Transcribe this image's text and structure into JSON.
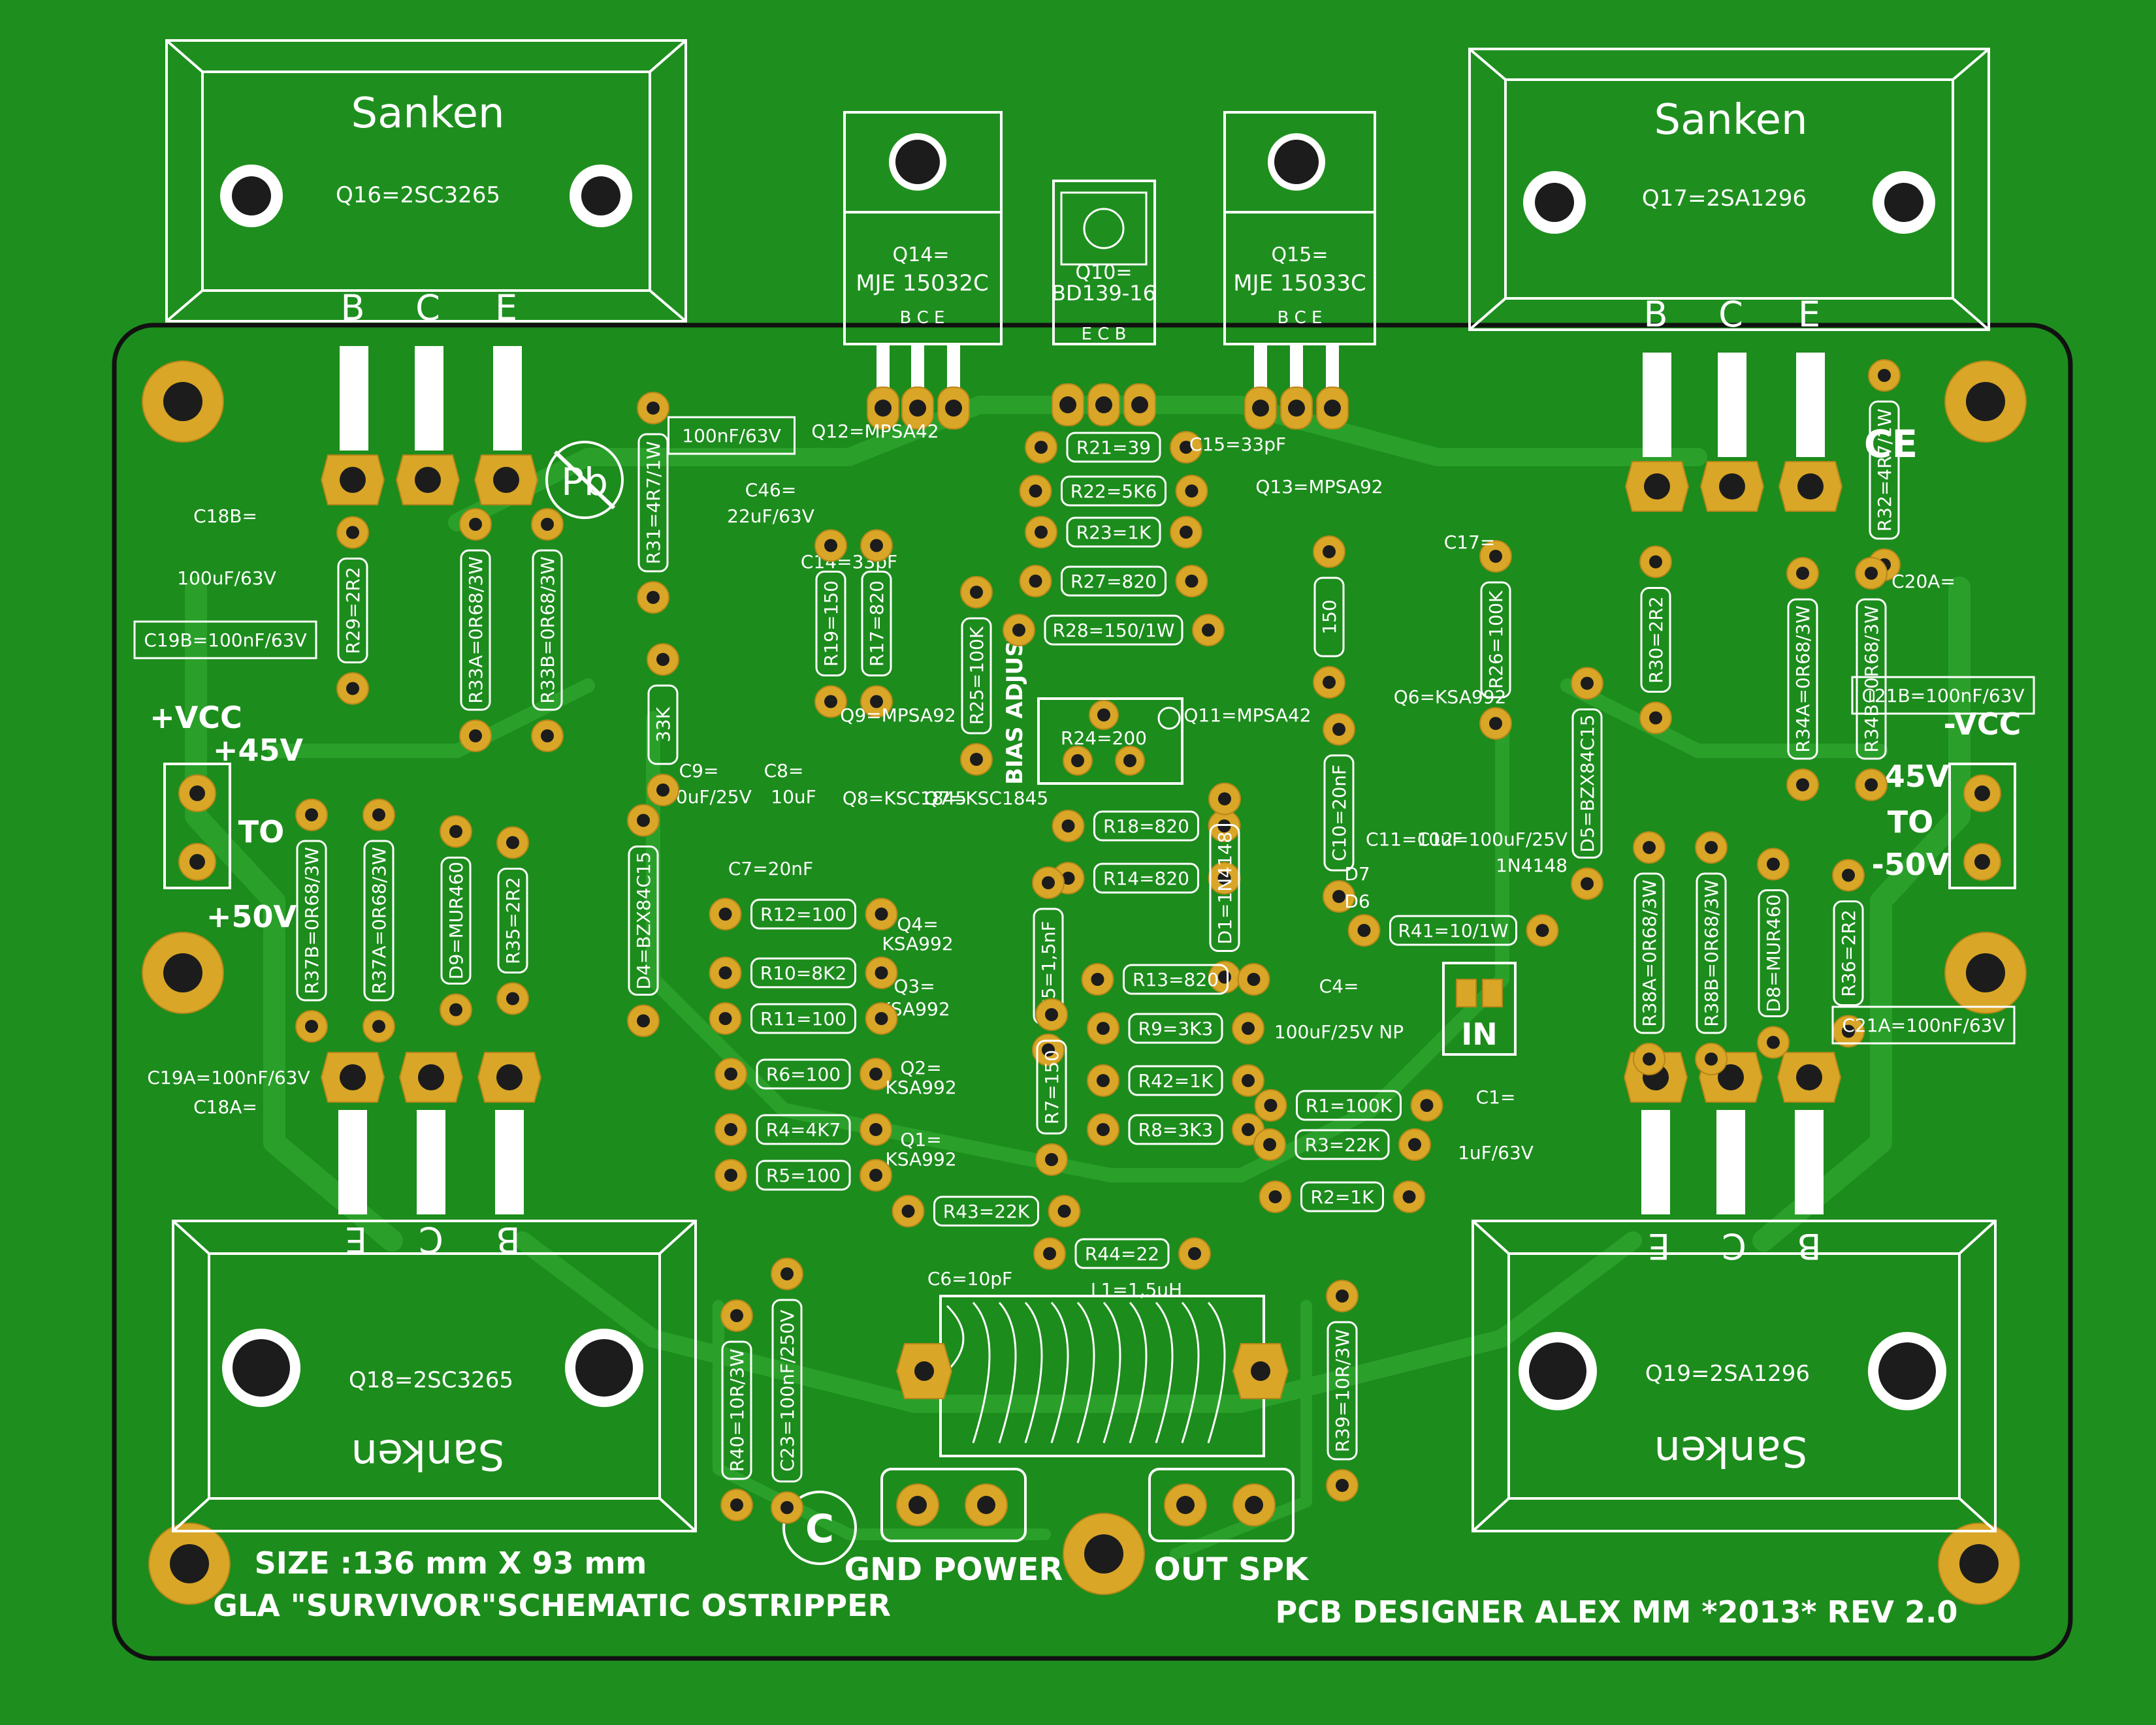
{
  "board": {
    "colors": {
      "background": "#1e8f1e",
      "copper": "#d9a627",
      "silk": "#ffffff",
      "outline": "#111111",
      "trace": "#2aa02a"
    },
    "logo_pb": "Pb",
    "logo_ce": "CE",
    "copyright": "C"
  },
  "transistors_big": [
    {
      "brand": "Sanken",
      "ref": "Q16=2SC3265",
      "pins": [
        "B",
        "C",
        "E"
      ]
    },
    {
      "brand": "Sanken",
      "ref": "Q17=2SA1296",
      "pins": [
        "B",
        "C",
        "E"
      ]
    },
    {
      "brand": "Sanken",
      "ref": "Q18=2SC3265",
      "pins": [
        "E",
        "C",
        "B"
      ]
    },
    {
      "brand": "Sanken",
      "ref": "Q19=2SA1296",
      "pins": [
        "E",
        "C",
        "B"
      ]
    }
  ],
  "transistors_to220": [
    {
      "ref1": "Q14=",
      "ref2": "MJE 15032C",
      "pins": "B  C  E"
    },
    {
      "ref1": "Q10=",
      "ref2": "BD139-16",
      "pins": "E  C  B"
    },
    {
      "ref1": "Q15=",
      "ref2": "MJE 15033C",
      "pins": "B  C  E"
    }
  ],
  "labels": {
    "vcc_pos": "+VCC",
    "v45_pos": "+45V",
    "to_left": "TO",
    "v50_pos": "+50V",
    "vcc_neg": "-VCC",
    "v45_neg": "-45V",
    "to_right": "TO",
    "v50_neg": "-50V",
    "bias": "BIAS ADJUST",
    "in": "IN",
    "gnd": "GND POWER",
    "out": "OUT SPK",
    "size": "SIZE :136 mm X 93 mm",
    "schematic": "GLA \"SURVIVOR\"SCHEMATIC OSTRIPPER",
    "designer": "PCB DESIGNER ALEX MM *2013* REV 2.0"
  },
  "components": [
    "R21=39",
    "R22=5K6",
    "R23=1K",
    "R27=820",
    "R28=150/1W",
    "R24=200",
    "C15=33pF",
    "Q13=MPSA92",
    "Q12=MPSA42",
    "C14=33pF",
    "R19=150",
    "R17=820",
    "R25=100K",
    "Q9=MPSA92",
    "Q11=MPSA42",
    "C9=",
    "100uF/25V",
    "C8=",
    "10uF",
    "Q8=KSC1845",
    "Q7=KSC1845",
    "R18=820",
    "R14=820",
    "D1=1N4148",
    "C7=20nF",
    "R12=100",
    "Q4=",
    "KSA992",
    "R10=8K2",
    "Q3=",
    "KSA992",
    "R11=100",
    "R6=100",
    "Q2=",
    "KSA992",
    "R4=4K7",
    "Q1=",
    "KSA992",
    "R5=100",
    "C5=1,5nF",
    "R7=150",
    "R13=820",
    "R9=3K3",
    "R42=1K",
    "R8=3K3",
    "R43=22K",
    "C6=10pF",
    "R44=22",
    "L1=1,5uH",
    "R40=10R/3W",
    "C23=100nF/250V",
    "R39=10R/3W",
    "33K",
    "R31=4R7/1W",
    "R32=4R7/1W",
    "100nF/63V",
    "C46=",
    "22uF/63V",
    "R29=2R2",
    "R33A=0R68/3W",
    "R33B=0R68/3W",
    "C18B=",
    "100uF/63V",
    "C19B=100nF/63V",
    "R37B=0R68/3W",
    "R37A=0R68/3W",
    "D9=MUR460",
    "R35=2R2",
    "C19A=100nF/63V",
    "C18A=",
    "D4=BZX84C15",
    "R26=100K",
    "C17=",
    "Q6=KSA992",
    "C10=20nF",
    "C11=10uF",
    "C12=100uF/25V",
    "D5=BZX84C15",
    "D7",
    "D6",
    "1N4148",
    "R41=10/1W",
    "C4=",
    "100uF/25V NP",
    "R1=100K",
    "R3=22K",
    "R2=1K",
    "C1=",
    "1uF/63V",
    "R30=2R2",
    "R34A=0R68/3W",
    "R34B=0R68/3W",
    "C20A=",
    "C21B=100nF/63V",
    "R38A=0R68/3W",
    "R38B=0R68/3W",
    "D8=MUR460",
    "R36=2R2",
    "C21A=100nF/63V",
    "150"
  ]
}
